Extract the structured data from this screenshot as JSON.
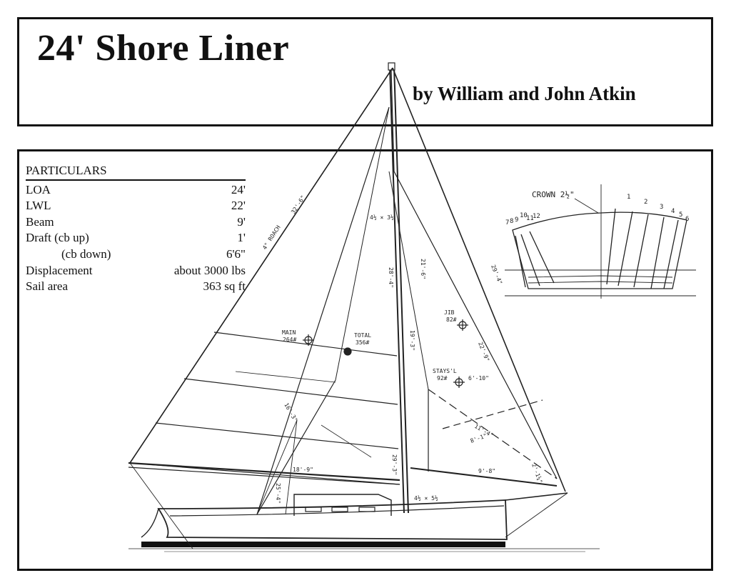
{
  "title": "24' Shore Liner",
  "byline": "by William and John Atkin",
  "particulars": {
    "heading": "PARTICULARS",
    "rows": [
      {
        "label": "LOA",
        "value": "24'"
      },
      {
        "label": "LWL",
        "value": "22'"
      },
      {
        "label": "Beam",
        "value": "9'"
      },
      {
        "label": "Draft (cb up)",
        "value": "1'"
      },
      {
        "label": "(cb down)",
        "value": "6'6\""
      },
      {
        "label": "Displacement",
        "value": "about 3000 lbs"
      },
      {
        "label": "Sail area",
        "value": "363 sq ft"
      }
    ]
  },
  "section": {
    "crown": "CROWN 2½\"",
    "numbers": [
      "1",
      "2",
      "3",
      "4",
      "5",
      "6",
      "7",
      "8",
      "9",
      "10",
      "11",
      "12"
    ]
  },
  "annotations": {
    "main_label": "MAIN",
    "main_area": "264#",
    "total_label": "TOTAL",
    "total_area": "356#",
    "jib_label": "JIB",
    "jib_area": "82#",
    "staysl_label": "STAYS'L",
    "staysl_area": "92#",
    "staysl_dim": "6'-10\"",
    "mast_top": "4½ × 3½",
    "mast_base": "4½ × 5½",
    "luff_main": "32'-6\"",
    "leech_jib": "29'-4\"",
    "jib_stay": "21'-6\"",
    "mast_height": "28'-4\"",
    "jib_luff": "19'-3\"",
    "jib_leech": "22'-9\"",
    "boom": "18'-9\"",
    "gaff": "16'-3\"",
    "foot_jib": "9'-8\"",
    "stay_dim": "11'-4\"",
    "stay_dim2": "8'-1\"",
    "boom2": "2'-1¼\"",
    "mast_lower": "29'-3\"",
    "side_dim": "25'-4\"",
    "reach": "4\" ROACH"
  }
}
